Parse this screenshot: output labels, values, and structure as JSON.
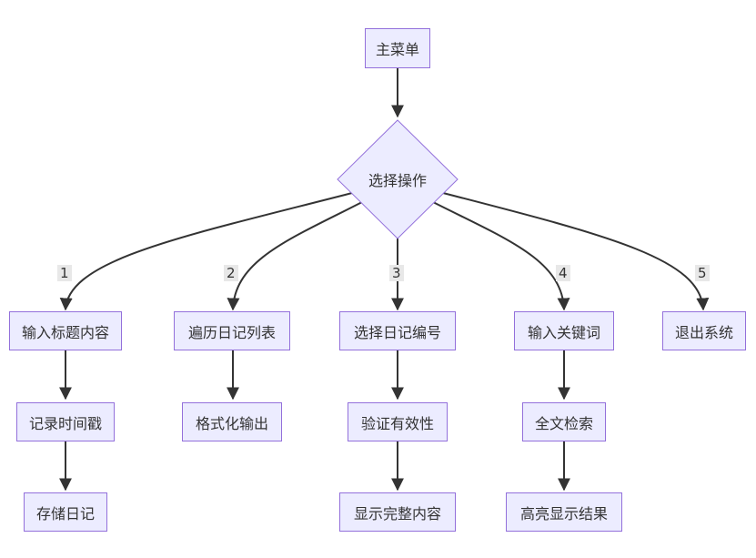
{
  "nodes": {
    "main_menu": "主菜单",
    "choose_op": "选择操作",
    "input_title": "输入标题内容",
    "record_ts": "记录时间戳",
    "store": "存储日记",
    "traverse": "遍历日记列表",
    "format_out": "格式化输出",
    "select_id": "选择日记编号",
    "validate": "验证有效性",
    "show_full": "显示完整内容",
    "input_kw": "输入关键词",
    "fulltext": "全文检索",
    "highlight": "高亮显示结果",
    "exit": "退出系统"
  },
  "edge_labels": {
    "opt1": "1",
    "opt2": "2",
    "opt3": "3",
    "opt4": "4",
    "opt5": "5"
  }
}
